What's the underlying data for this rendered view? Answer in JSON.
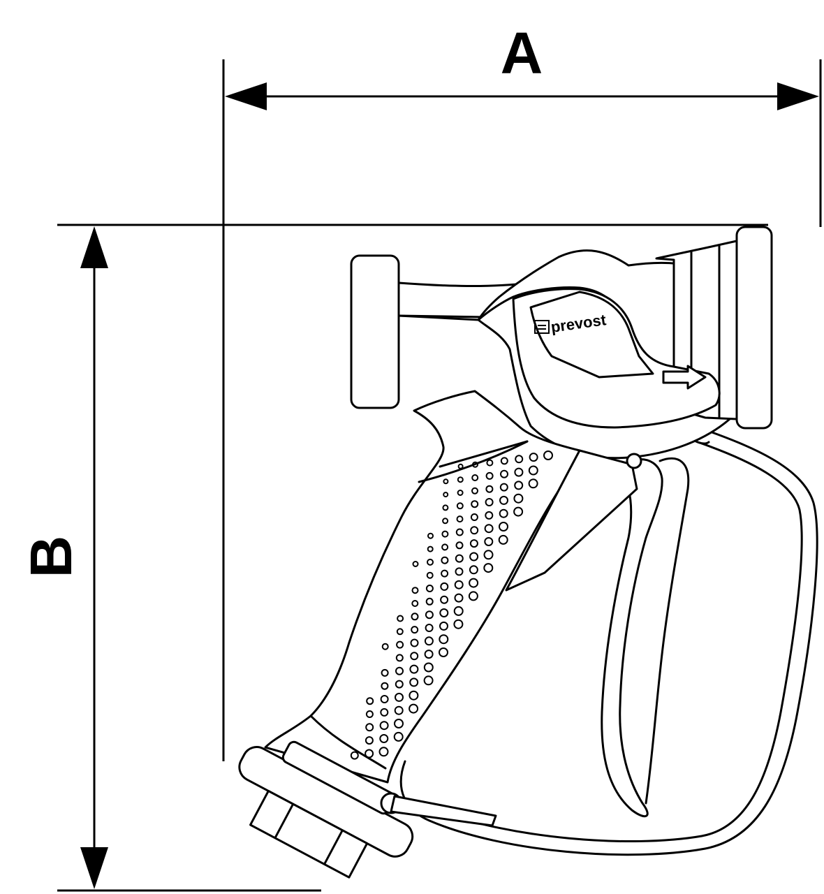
{
  "dimensions": {
    "width_label": "A",
    "height_label": "B"
  },
  "product": {
    "brand_text": "prevost",
    "icons": [
      "prevost-logo-icon",
      "flow-direction-arrow-icon"
    ]
  },
  "colors": {
    "line": "#000000",
    "background": "#ffffff"
  }
}
